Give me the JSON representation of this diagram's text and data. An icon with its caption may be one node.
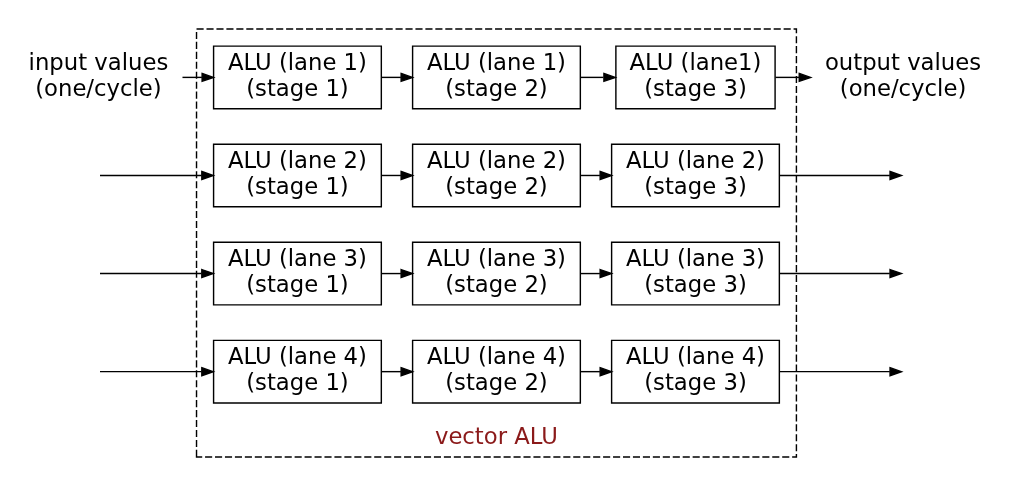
{
  "diagram": {
    "nodes": [
      {
        "text": [
          "vector ALU"
        ]
      },
      {
        "text": [
          "input values (one/cycle)"
        ]
      },
      {
        "text": [
          "ALU (lane 1) (stage 1)"
        ],
        "in": 0
      },
      {
        "text": [
          "ALU (lane 1) (stage 2)"
        ],
        "in": 0
      },
      {
        "text": [
          "ALU (lane1) (stage 3)"
        ],
        "in": 0
      },
      {
        "text": [
          "output values (one/cycle)"
        ]
      },
      {
        "text": [
          "ALU (lane 2) (stage 1)"
        ],
        "in": 0
      },
      {
        "text": [
          "ALU (lane 2) (stage 2)"
        ],
        "in": 0
      },
      {
        "text": [
          "ALU (lane 2) (stage 3)"
        ],
        "in": 0
      },
      {
        "text": [
          "ALU (lane 3) (stage 1)"
        ],
        "in": 0
      },
      {
        "text": [
          "ALU (lane 3) (stage 2)"
        ],
        "in": 0
      },
      {
        "text": [
          "ALU (lane 3) (stage 3)"
        ],
        "in": 0
      },
      {
        "text": [
          "ALU (lane 4) (stage 1)"
        ],
        "in": 0
      },
      {
        "text": [
          "ALU (lane 4) (stage 2)"
        ],
        "in": 0
      },
      {
        "text": [
          "ALU (lane 4) (stage 3)"
        ],
        "in": 0
      }
    ],
    "edges": [
      {
        "from": 1,
        "to": 2,
        "arrow": "to"
      },
      {
        "from": 2,
        "to": 3,
        "arrow": "to"
      },
      {
        "from": 3,
        "to": 4,
        "arrow": "to"
      },
      {
        "from": 4,
        "to": 5,
        "arrow": "to"
      },
      {
        "from": null,
        "to": 6,
        "arrow": "to"
      },
      {
        "from": 6,
        "to": 7,
        "arrow": "to"
      },
      {
        "from": 7,
        "to": 8,
        "arrow": "to"
      },
      {
        "from": 8,
        "to": null,
        "arrow": "to"
      },
      {
        "from": null,
        "to": 9,
        "arrow": "to"
      },
      {
        "from": 9,
        "to": 10,
        "arrow": "to"
      },
      {
        "from": 10,
        "to": 11,
        "arrow": "to"
      },
      {
        "from": 11,
        "to": null,
        "arrow": "to"
      },
      {
        "from": null,
        "to": 12,
        "arrow": "to"
      },
      {
        "from": 12,
        "to": 13,
        "arrow": "to"
      },
      {
        "from": 13,
        "to": 14,
        "arrow": "to"
      },
      {
        "from": 14,
        "to": null,
        "arrow": "to"
      }
    ]
  }
}
